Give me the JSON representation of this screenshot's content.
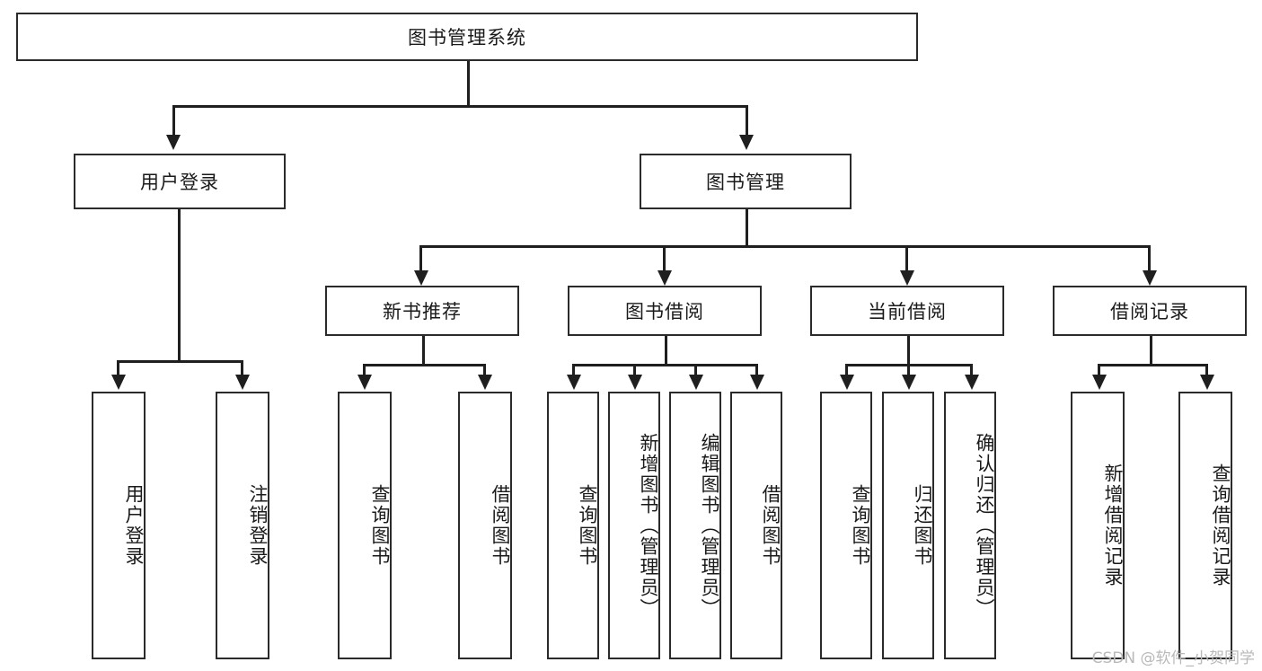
{
  "diagram": {
    "type": "tree",
    "title": "图书管理系统",
    "root": {
      "label": "图书管理系统"
    },
    "level2": [
      {
        "label": "用户登录"
      },
      {
        "label": "图书管理"
      }
    ],
    "level3": [
      {
        "label": "新书推荐"
      },
      {
        "label": "图书借阅"
      },
      {
        "label": "当前借阅"
      },
      {
        "label": "借阅记录"
      }
    ],
    "leaves": {
      "user_login": [
        {
          "label": "用户登录"
        },
        {
          "label": "注销登录"
        }
      ],
      "new_book_recommend": [
        {
          "label": "查询图书"
        },
        {
          "label": "借阅图书"
        }
      ],
      "book_borrow": [
        {
          "label": "查询图书"
        },
        {
          "label": "新增图书（管理员）"
        },
        {
          "label": "编辑图书（管理员）"
        },
        {
          "label": "借阅图书"
        }
      ],
      "current_borrow": [
        {
          "label": "查询图书"
        },
        {
          "label": "归还图书"
        },
        {
          "label": "确认归还（管理员）"
        }
      ],
      "borrow_records": [
        {
          "label": "新增借阅记录"
        },
        {
          "label": "查询借阅记录"
        }
      ]
    }
  },
  "watermark": {
    "text": "CSDN @软件_小贺同学"
  },
  "colors": {
    "border": "#2b2b2b",
    "connector": "#1f1f1f",
    "background": "#ffffff",
    "text": "#1a1a1a",
    "watermark": "#b9b9b9"
  }
}
